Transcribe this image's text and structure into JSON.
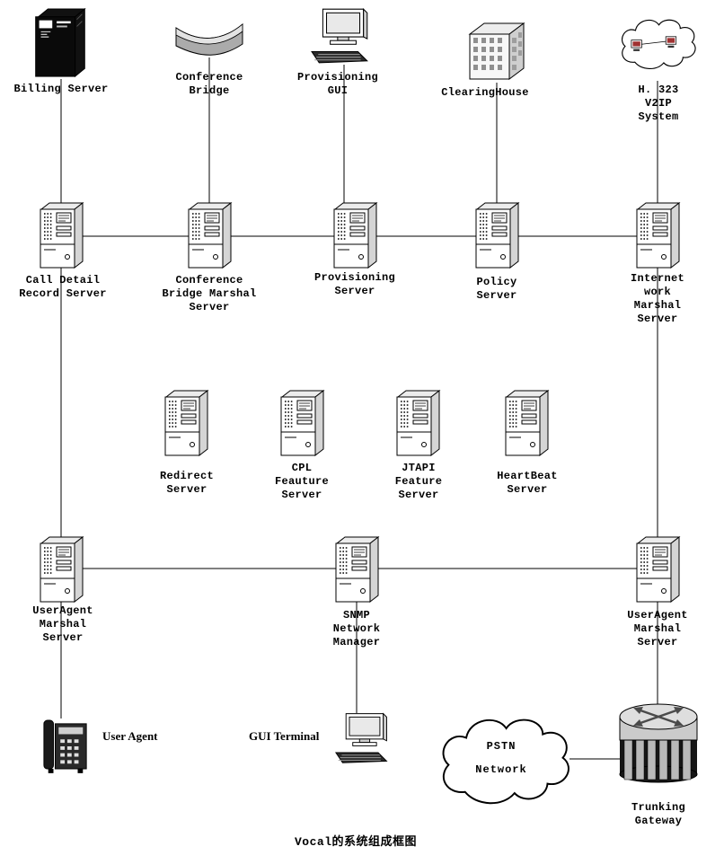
{
  "diagram": {
    "title": "Vocal的系统组成框图",
    "nodes": {
      "billing_server": "Billing Server",
      "conference_bridge": "Conference\nBridge",
      "provisioning_gui": "Provisioning\nGUI",
      "clearinghouse": "ClearingHouse",
      "h323_v2ip_system": "H. 323 V2IP\nSystem",
      "call_detail_record_server": "Call Detail\nRecord Server",
      "conference_bridge_marshal_server": "Conference\nBridge Marshal\nServer",
      "provisioning_server": "Provisioning\nServer",
      "policy_server": "Policy\nServer",
      "internetwork_marshal_server": "Internet\nwork\nMarshal\nServer",
      "redirect_server": "Redirect\nServer",
      "cpl_feature_server": "CPL\nFeauture\nServer",
      "jtapi_feature_server": "JTAPI\nFeature\nServer",
      "heartbeat_server": "HeartBeat\nServer",
      "useragent_marshal_server_left": "UserAgent\nMarshal\nServer",
      "snmp_network_manager": "SNMP\nNetwork\nManager",
      "useragent_marshal_server_right": "UserAgent\nMarshal\nServer",
      "user_agent": "User Agent",
      "gui_terminal": "GUI Terminal",
      "pstn_network": "PSTN\nNetwork",
      "trunking_gateway": "Trunking\nGateway"
    },
    "icons": {
      "billing_server": "black-server-icon",
      "conference_bridge": "bridge-block-icon",
      "provisioning_gui": "desktop-computer-icon",
      "clearinghouse": "office-building-icon",
      "h323_v2ip_system": "network-cloud-icon",
      "marshal_and_feature_servers": "server-tower-icon",
      "user_agent": "desk-phone-icon",
      "gui_terminal": "desktop-computer-icon",
      "pstn_network": "network-cloud-icon",
      "trunking_gateway": "router-cylinder-icon"
    },
    "edges": [
      {
        "from": "billing_server",
        "to": "call_detail_record_server"
      },
      {
        "from": "conference_bridge",
        "to": "conference_bridge_marshal_server"
      },
      {
        "from": "provisioning_gui",
        "to": "provisioning_server"
      },
      {
        "from": "clearinghouse",
        "to": "policy_server"
      },
      {
        "from": "h323_v2ip_system",
        "to": "internetwork_marshal_server"
      },
      {
        "from": "call_detail_record_server",
        "to": "conference_bridge_marshal_server"
      },
      {
        "from": "conference_bridge_marshal_server",
        "to": "provisioning_server"
      },
      {
        "from": "provisioning_server",
        "to": "policy_server"
      },
      {
        "from": "policy_server",
        "to": "internetwork_marshal_server"
      },
      {
        "from": "call_detail_record_server",
        "to": "useragent_marshal_server_left"
      },
      {
        "from": "internetwork_marshal_server",
        "to": "useragent_marshal_server_right"
      },
      {
        "from": "useragent_marshal_server_left",
        "to": "snmp_network_manager"
      },
      {
        "from": "snmp_network_manager",
        "to": "useragent_marshal_server_right"
      },
      {
        "from": "useragent_marshal_server_left",
        "to": "user_agent"
      },
      {
        "from": "snmp_network_manager",
        "to": "gui_terminal"
      },
      {
        "from": "useragent_marshal_server_right",
        "to": "trunking_gateway"
      },
      {
        "from": "pstn_network",
        "to": "trunking_gateway"
      }
    ],
    "colors": {
      "line": "#000000",
      "light_gray": "#e3e3e3",
      "mid_gray": "#ababab",
      "dark": "#111111",
      "screen_red": "#a03232"
    }
  }
}
